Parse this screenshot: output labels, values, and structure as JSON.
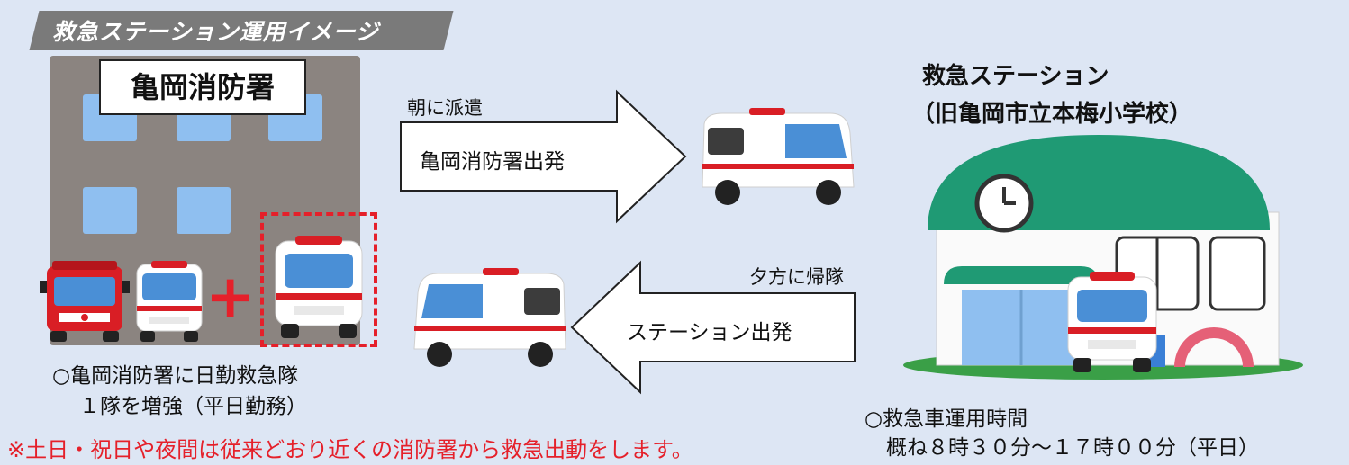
{
  "title": "救急ステーション運用イメージ",
  "fire_station": {
    "name": "亀岡消防署",
    "caption_line1": "○亀岡消防署に日勤救急隊",
    "caption_line2": "１隊を増強（平日勤務）"
  },
  "arrow_top": {
    "time_label": "朝に派遣",
    "text": "亀岡消防署出発"
  },
  "arrow_bottom": {
    "time_label": "夕方に帰隊",
    "text": "ステーション出発"
  },
  "ems_station": {
    "heading_line1": "救急ステーション",
    "heading_line2": "（旧亀岡市立本梅小学校）",
    "hours_line1": "○救急車運用時間",
    "hours_line2": "概ね８時３０分～１７時００分（平日）"
  },
  "footnote": "※土日・祝日や夜間は従来どおり近くの消防署から救急出動をします。",
  "colors": {
    "background": "#dde6f4",
    "accent_red": "#e5202a",
    "roof_green": "#1f9a74",
    "window_blue": "#8fbff0"
  }
}
